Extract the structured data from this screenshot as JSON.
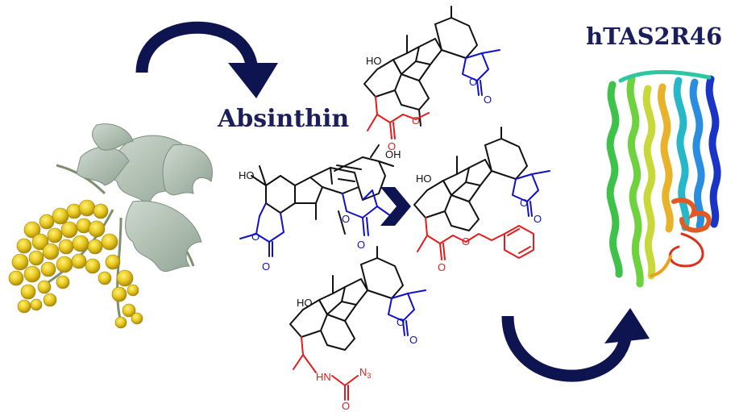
{
  "titles": {
    "absinthin": "Absinthin",
    "receptor": "hTAS2R46"
  },
  "molecule_labels": {
    "hydroxyl": "HO",
    "hydroxyl_top": "OH",
    "oxygen": "O",
    "nh": "HN",
    "azide": "N",
    "azide_sub": "3"
  },
  "colors": {
    "arrow": "#0e1450",
    "bond_black": "#111111",
    "bond_blue": "#1010c8",
    "bond_red": "#e41c1c",
    "title": "#1a1f5c"
  },
  "icons": {
    "plant": "wormwood-plant-image",
    "protein": "receptor-ribbon-structure",
    "arrows": [
      "curved-arrow-top",
      "chevron-arrow",
      "curved-arrow-bottom"
    ]
  }
}
